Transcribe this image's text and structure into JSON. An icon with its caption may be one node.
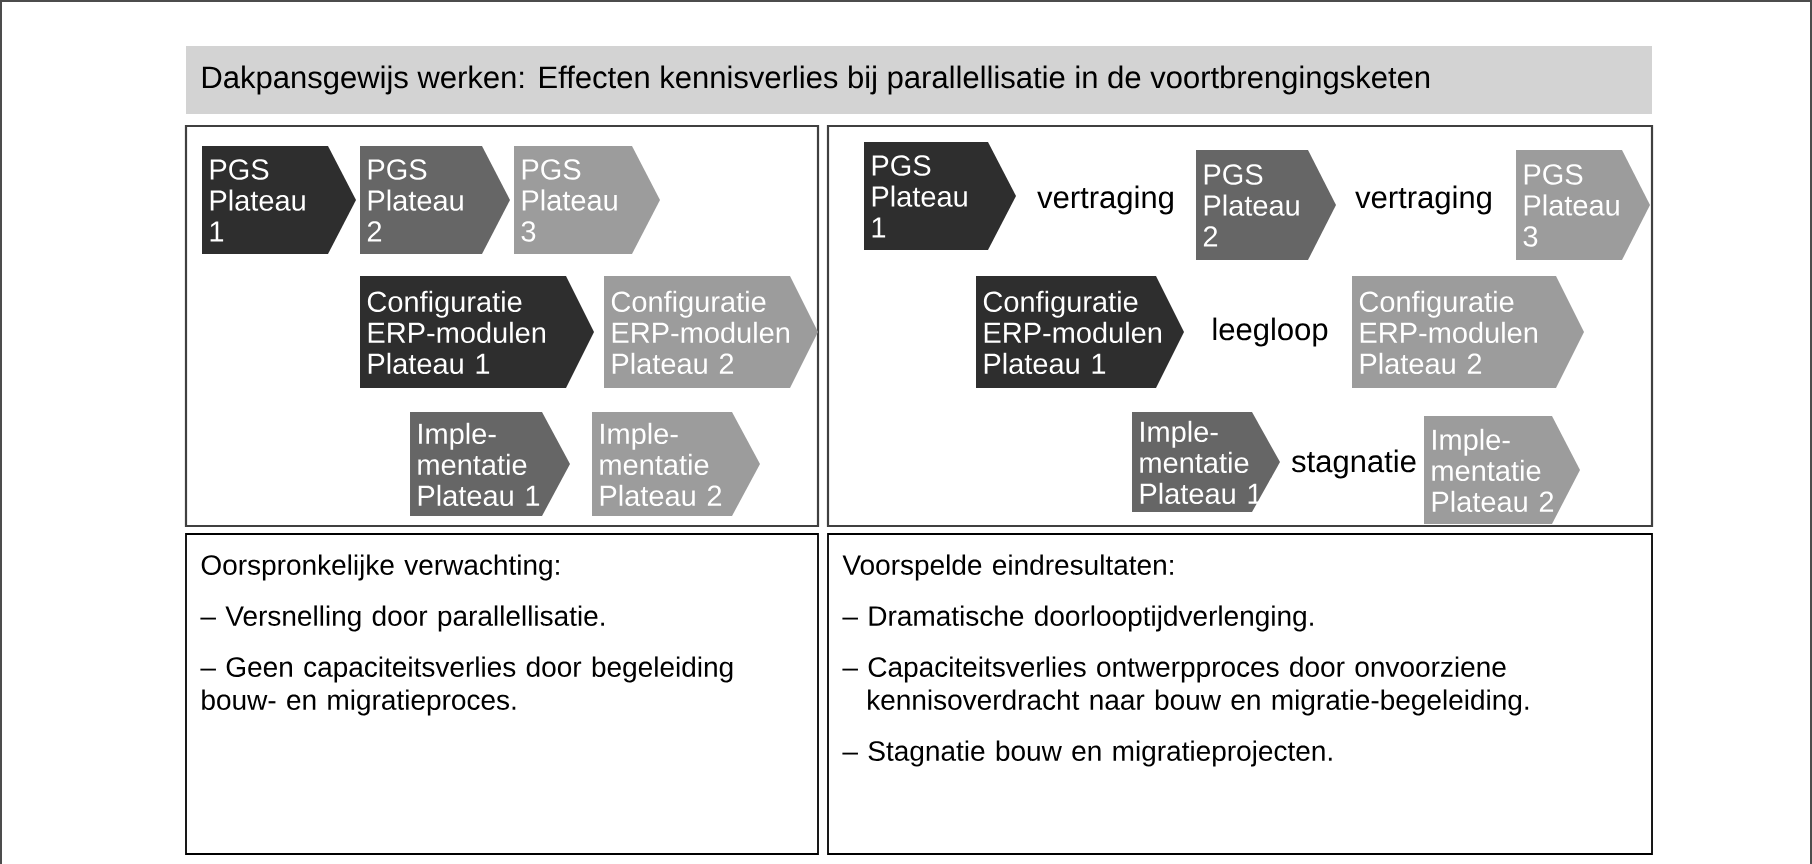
{
  "diagram": {
    "title": "Dakpansgewijs werken: Effecten kennisverlies bij parallellisatie in de voortbrengingsketen",
    "nodes": [
      {
        "text": [],
        "shape": "box"
      },
      {
        "text": [
          "PGS Plateau 1"
        ],
        "in": 0
      },
      {
        "text": [
          "PGS Plateau 2"
        ],
        "in": 0
      },
      {
        "text": [
          "PGS Plateau 3"
        ],
        "in": 0
      },
      {
        "text": [
          "Configuratie ERP-modulen Plateau 1"
        ],
        "in": 0
      },
      {
        "text": [
          "Configuratie ERP-modulen Plateau 2"
        ],
        "in": 0
      },
      {
        "text": [
          "Imple- mentatie Plateau 1"
        ],
        "in": 0
      },
      {
        "text": [
          "Imple- mentatie Plateau 2"
        ],
        "in": 0
      },
      {
        "text": [],
        "shape": "box"
      },
      {
        "text": [
          "PGS Plateau 1"
        ],
        "in": 8
      },
      {
        "text": [
          "PGS Plateau 2"
        ],
        "in": 8
      },
      {
        "text": [
          "PGS Plateau 3"
        ],
        "in": 8
      },
      {
        "text": [
          "Configuratie ERP-modulen Plateau 1"
        ],
        "in": 8
      },
      {
        "text": [
          "Configuratie ERP-modulen Plateau 2"
        ],
        "in": 8
      },
      {
        "text": [
          "Imple- mentatie Plateau 1"
        ],
        "in": 8
      },
      {
        "text": [
          "Imple- mentatie Plateau 2"
        ],
        "in": 8
      },
      {
        "text": [
          "Oorspronkelijke verwachting:",
          "– Versnelling door  parallellisatie.",
          "– Geen capaciteitsverlies door begeleiding bouw- en migratieproces."
        ]
      },
      {
        "text": [
          "Voorspelde eindresultaten:",
          "– Dramatische doorlooptijdverlenging.",
          "– Capaciteitsverlies ontwerpproces door onvoorziene kennisoverdracht naar bouw en migratie-begeleiding.",
          "– Stagnatie bouw en migratieprojecten."
        ]
      }
    ],
    "edges": [],
    "labels": [
      "vertraging",
      "vertraging",
      "leegloop",
      "stagnatie"
    ]
  }
}
